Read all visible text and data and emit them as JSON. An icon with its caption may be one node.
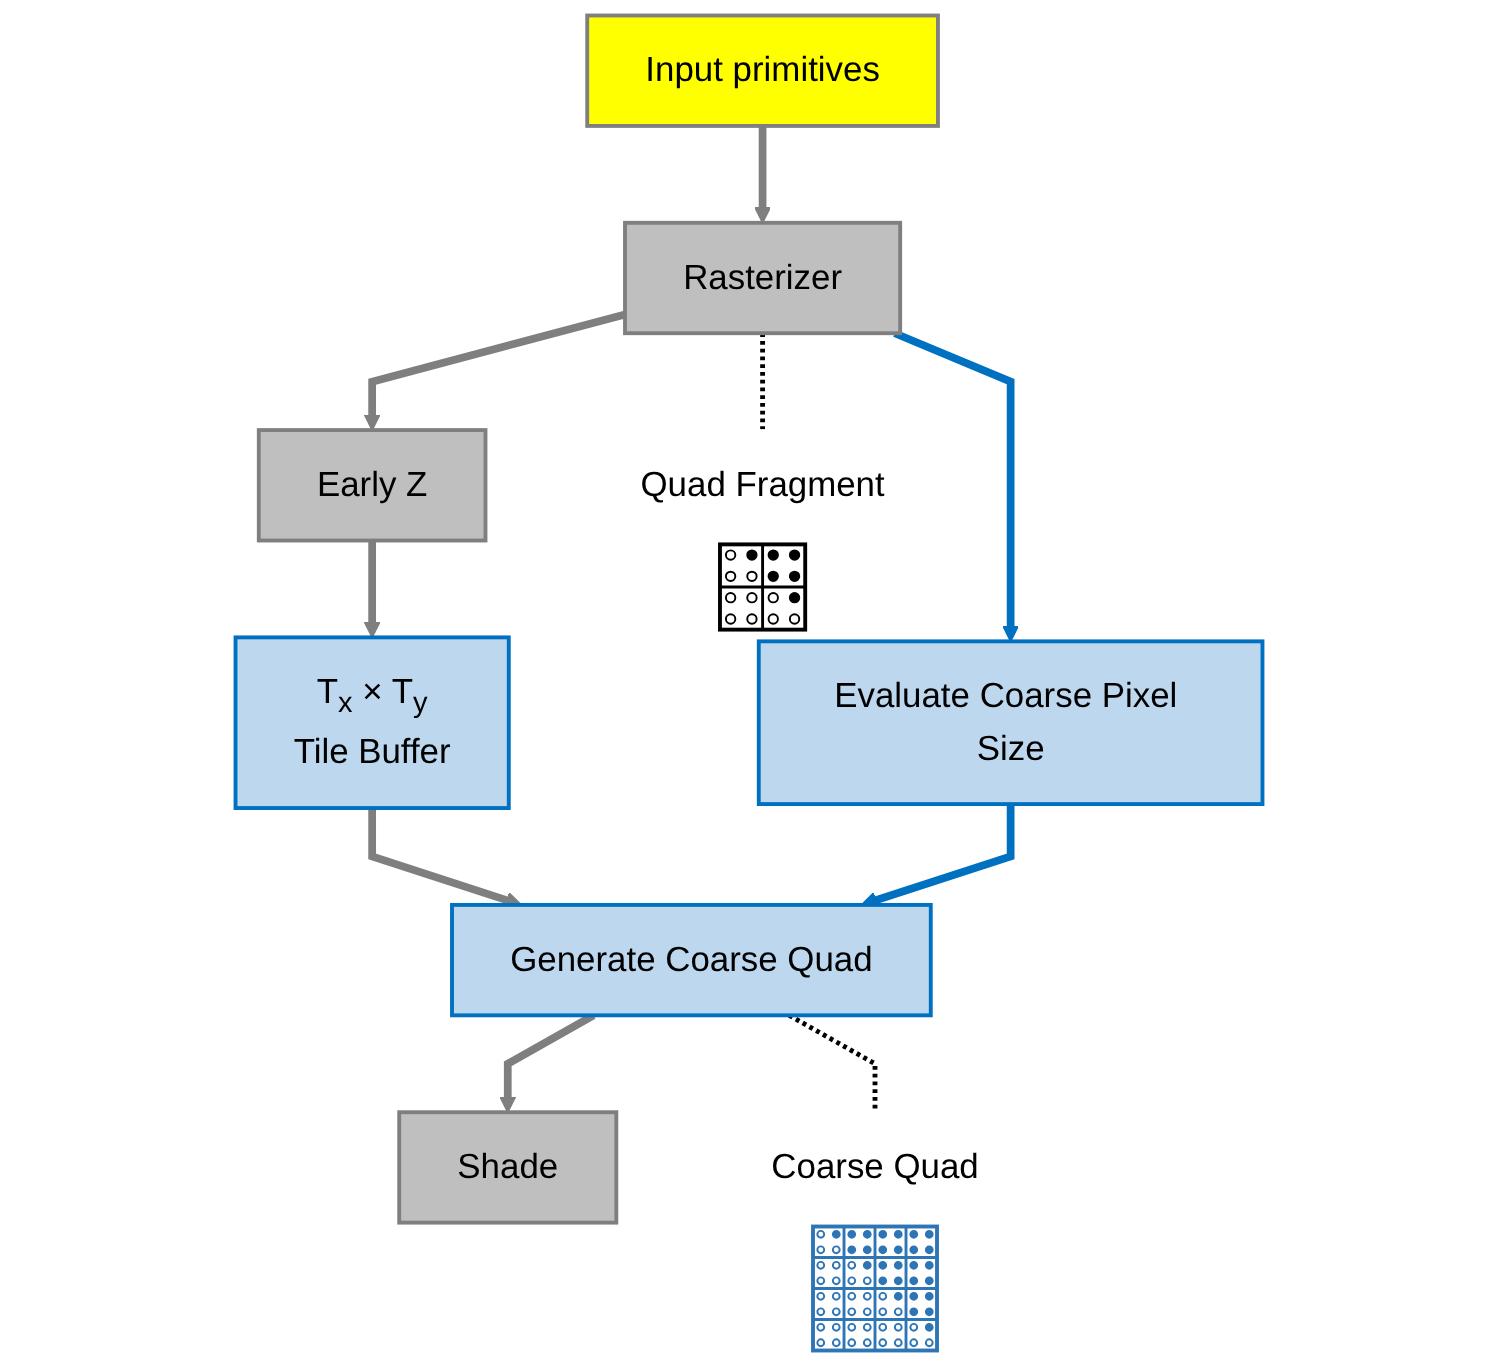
{
  "diagram": {
    "nodes": [
      {
        "text": [
          "Input primitives"
        ]
      },
      {
        "text": [
          "Rasterizer"
        ]
      },
      {
        "text": [
          "Early Z"
        ]
      },
      {
        "text": [
          "T$_{x}$ × T$_{y}$",
          "Tile Buffer"
        ]
      },
      {
        "text": [
          "Generate Coarse Quad"
        ]
      },
      {
        "text": [
          "Shade"
        ]
      },
      {
        "text": [
          "Evaluate Coarse Pixel Size"
        ]
      },
      {
        "text": [
          "Quad Fragment"
        ]
      },
      {
        "text": [
          "Coarse Quad"
        ]
      }
    ],
    "edges": [
      {
        "from": 0,
        "to": 1,
        "arrow": "to"
      },
      {
        "from": 1,
        "to": 2,
        "arrow": "to"
      },
      {
        "from": 2,
        "to": 3,
        "arrow": "to"
      },
      {
        "from": 3,
        "to": 4,
        "arrow": "to"
      },
      {
        "from": 4,
        "to": 5,
        "arrow": "to"
      },
      {
        "from": 1,
        "to": 6,
        "arrow": "to",
        "color": "#0070c0"
      },
      {
        "from": 6,
        "to": 4,
        "arrow": "to",
        "color": "#0070c0"
      },
      {
        "from": 1,
        "to": 7,
        "arrow": "none",
        "style": "dashed",
        "color": "#000000"
      },
      {
        "from": 4,
        "to": 8,
        "arrow": "none",
        "style": "dashed",
        "color": "#000000"
      }
    ]
  }
}
